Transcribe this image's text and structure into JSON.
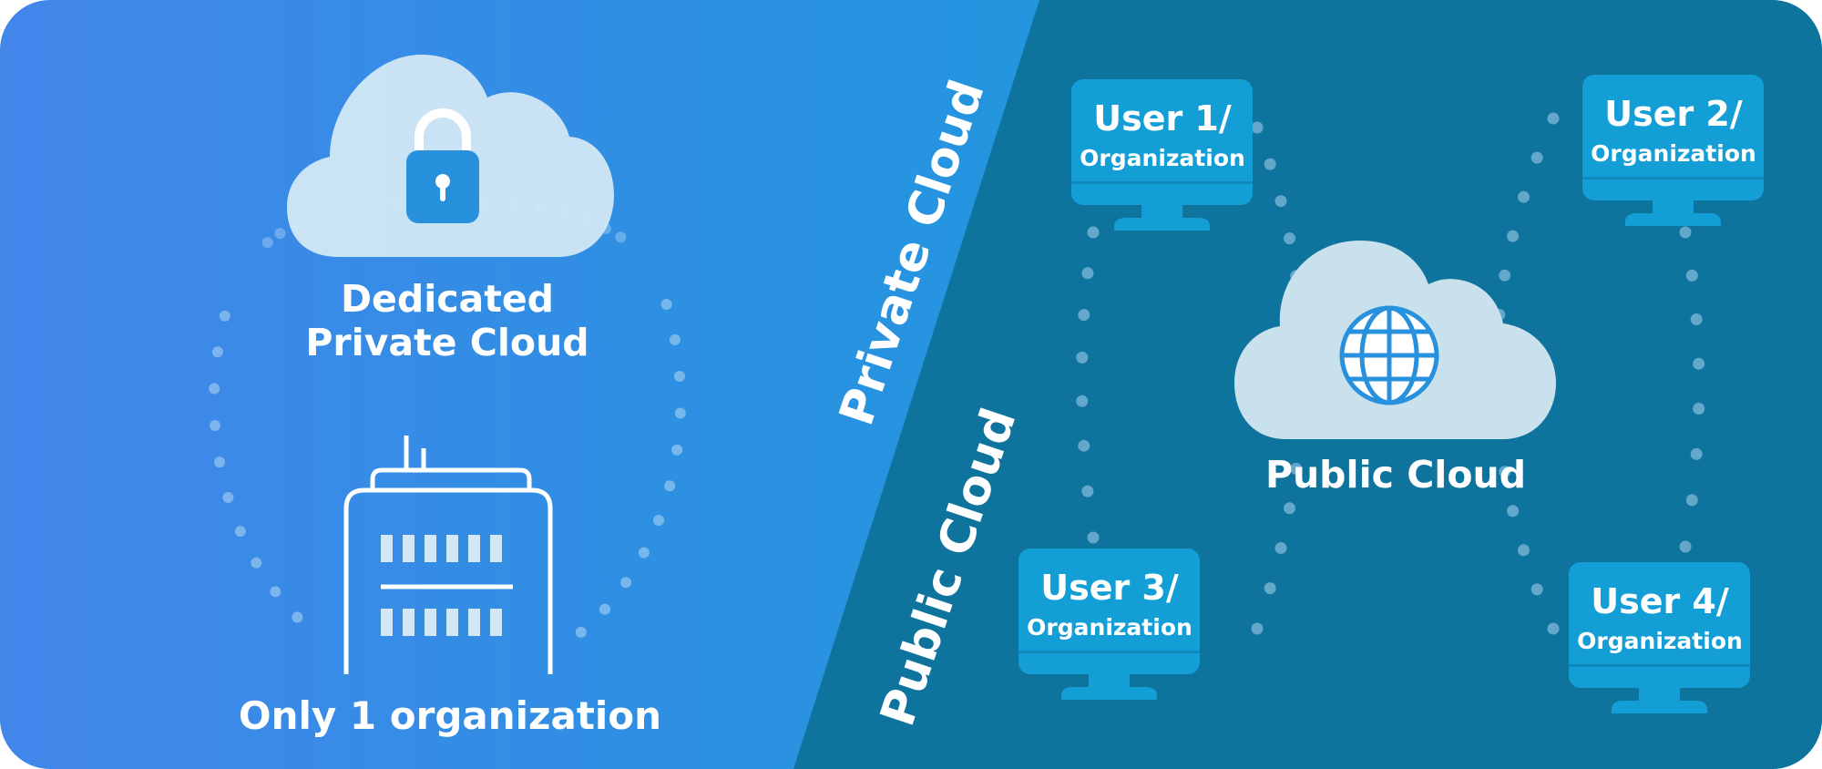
{
  "colors": {
    "private_gradient_start": "#4286EA",
    "private_gradient_end": "#0BA1D6",
    "public_bg": "#0E749E",
    "cloud_fill": "#D2E8F6",
    "public_cloud_fill": "#C8E1EC",
    "accent_blue": "#2891DE",
    "monitor_blue": "#139ED6",
    "dot": "#A9D2F0",
    "white": "#FFFFFF"
  },
  "private_side": {
    "section_label": "Private Cloud",
    "cloud_icon": "lock-icon",
    "cloud_title_line1": "Dedicated",
    "cloud_title_line2": "Private Cloud",
    "building_icon": "office-building-icon",
    "building_caption": "Only 1 organization"
  },
  "public_side": {
    "section_label": "Public Cloud",
    "cloud_icon": "globe-icon",
    "cloud_title": "Public Cloud",
    "users": [
      {
        "line1": "User 1/",
        "line2": "Organization"
      },
      {
        "line1": "User 2/",
        "line2": "Organization"
      },
      {
        "line1": "User 3/",
        "line2": "Organization"
      },
      {
        "line1": "User 4/",
        "line2": "Organization"
      }
    ]
  }
}
